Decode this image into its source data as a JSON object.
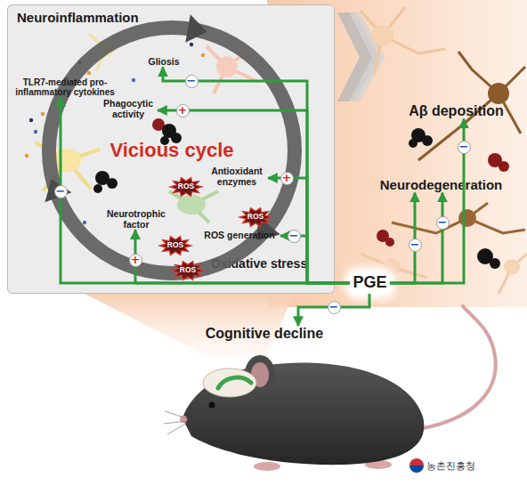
{
  "diagram": {
    "nodes": [
      {
        "text": [
          "Neuroinflammation",
          "Oxidative stress"
        ]
      },
      {
        "text": [
          "Vicious cycle"
        ],
        "in": 0
      },
      {
        "text": [
          "Gliosis"
        ],
        "in": 0
      },
      {
        "text": [
          "TLR7-mediated pro-inflammatory cytokines"
        ],
        "in": 0
      },
      {
        "text": [
          "Phagocytic activity"
        ],
        "in": 0
      },
      {
        "text": [
          "Antioxidant enzymes"
        ],
        "in": 0
      },
      {
        "text": [
          "ROS generation"
        ],
        "in": 0
      },
      {
        "text": [
          "Neurotrophic factor"
        ],
        "in": 0
      },
      {
        "text": [
          "ROS"
        ],
        "in": 0
      },
      {
        "text": [
          "ROS"
        ],
        "in": 0
      },
      {
        "text": [
          "ROS"
        ],
        "in": 0
      },
      {
        "text": [
          "ROS"
        ],
        "in": 0
      },
      {
        "text": [
          "Aβ deposition"
        ]
      },
      {
        "text": [
          "Neurodegeneration"
        ]
      },
      {
        "text": [
          "PGE"
        ]
      },
      {
        "text": [
          "Cognitive decline"
        ]
      }
    ],
    "edges": [
      {
        "from": 14,
        "to": 2,
        "label": "−",
        "arrow": "to"
      },
      {
        "from": 14,
        "to": 3,
        "label": "−",
        "arrow": "to"
      },
      {
        "from": 14,
        "to": 4,
        "label": "+",
        "arrow": "to"
      },
      {
        "from": 14,
        "to": 5,
        "label": "+",
        "arrow": "to"
      },
      {
        "from": 14,
        "to": 6,
        "label": "−",
        "arrow": "to"
      },
      {
        "from": 14,
        "to": 7,
        "label": "+",
        "arrow": "to"
      },
      {
        "from": 14,
        "to": 12,
        "label": "−",
        "arrow": "to"
      },
      {
        "from": 14,
        "to": 13,
        "label": "−",
        "arrow": "to"
      },
      {
        "from": 14,
        "to": 13,
        "label": "−",
        "arrow": "to"
      },
      {
        "from": 14,
        "to": 15,
        "label": "−",
        "arrow": "to"
      }
    ],
    "labels": [
      "농촌진흥청"
    ]
  }
}
